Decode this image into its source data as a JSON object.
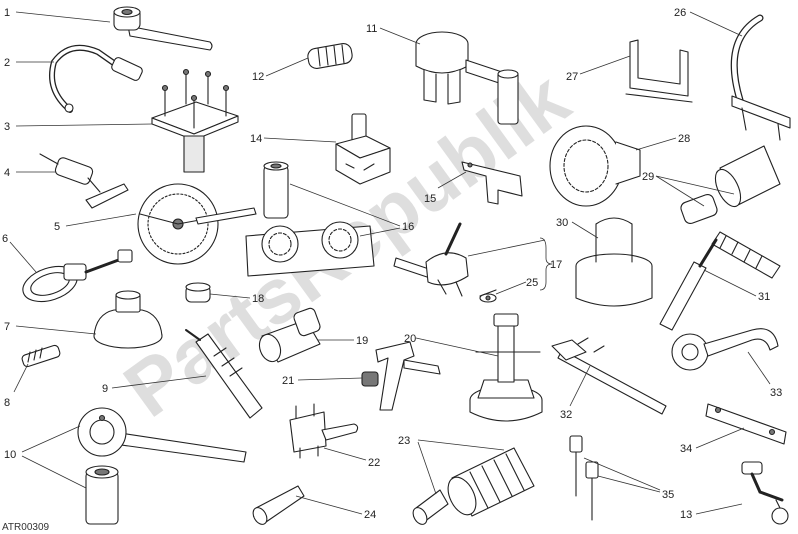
{
  "diagram": {
    "code": "ATR00309",
    "watermark": "PartsRepublik",
    "callouts": [
      {
        "id": "c1",
        "label": "1"
      },
      {
        "id": "c2",
        "label": "2"
      },
      {
        "id": "c3",
        "label": "3"
      },
      {
        "id": "c4",
        "label": "4"
      },
      {
        "id": "c5",
        "label": "5"
      },
      {
        "id": "c6",
        "label": "6"
      },
      {
        "id": "c7",
        "label": "7"
      },
      {
        "id": "c8",
        "label": "8"
      },
      {
        "id": "c9",
        "label": "9"
      },
      {
        "id": "c10",
        "label": "10"
      },
      {
        "id": "c11",
        "label": "11"
      },
      {
        "id": "c12",
        "label": "12"
      },
      {
        "id": "c13",
        "label": "13"
      },
      {
        "id": "c14",
        "label": "14"
      },
      {
        "id": "c15",
        "label": "15"
      },
      {
        "id": "c16",
        "label": "16"
      },
      {
        "id": "c17",
        "label": "17"
      },
      {
        "id": "c18",
        "label": "18"
      },
      {
        "id": "c19",
        "label": "19"
      },
      {
        "id": "c20",
        "label": "20"
      },
      {
        "id": "c21",
        "label": "21"
      },
      {
        "id": "c22",
        "label": "22"
      },
      {
        "id": "c23",
        "label": "23"
      },
      {
        "id": "c24",
        "label": "24"
      },
      {
        "id": "c25",
        "label": "25"
      },
      {
        "id": "c26",
        "label": "26"
      },
      {
        "id": "c27",
        "label": "27"
      },
      {
        "id": "c28",
        "label": "28"
      },
      {
        "id": "c29",
        "label": "29"
      },
      {
        "id": "c30",
        "label": "30"
      },
      {
        "id": "c31",
        "label": "31"
      },
      {
        "id": "c32",
        "label": "32"
      },
      {
        "id": "c33",
        "label": "33"
      },
      {
        "id": "c34",
        "label": "34"
      },
      {
        "id": "c35",
        "label": "35"
      }
    ]
  }
}
